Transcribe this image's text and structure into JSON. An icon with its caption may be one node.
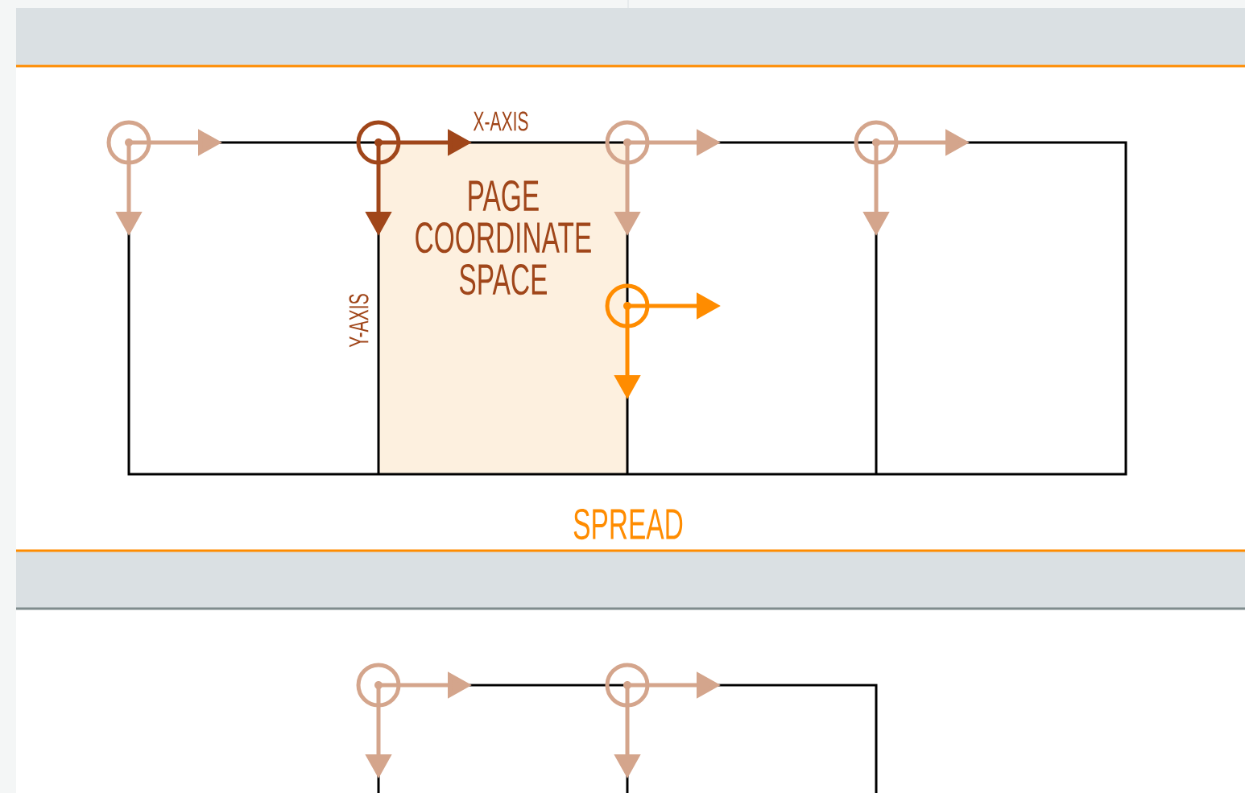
{
  "diagram": {
    "nodes": [
      {
        "text": [
          "PAGE COORDINATE SPACE"
        ]
      }
    ],
    "edges": [],
    "labels": [
      "X-AXIS",
      "Y-AXIS",
      "SPREAD"
    ]
  }
}
